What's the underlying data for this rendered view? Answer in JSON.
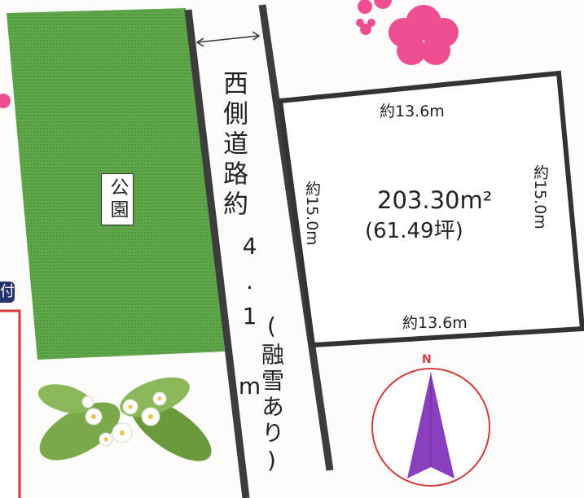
{
  "park": {
    "label": "公園",
    "color": "#5ea64a"
  },
  "road": {
    "label": "西側道路約",
    "width": "4.1 m",
    "note": "(融雪あり)"
  },
  "lot": {
    "dim_top": "約13.6m",
    "dim_bottom": "約13.6m",
    "dim_left": "約15.0m",
    "dim_right": "約15.0m",
    "area_m2": "203.30m²",
    "area_tsubo": "(61.49坪)"
  },
  "compass": {
    "label": "N",
    "arrow_color": "#8a3fbf",
    "ring_color": "#d23a3a"
  },
  "edge_badge": {
    "text": "付"
  },
  "colors": {
    "flowers": "#ee4f93",
    "leaves": "#6a9a3c"
  }
}
